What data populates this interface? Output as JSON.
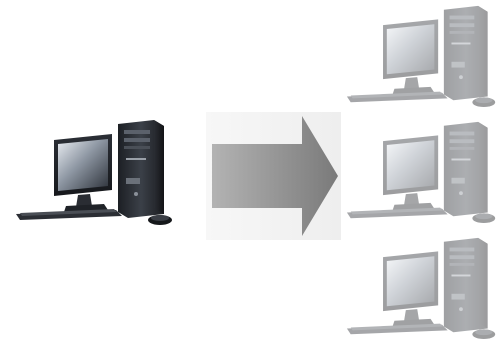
{
  "diagram": {
    "source": {
      "icon": "desktop-computer-icon"
    },
    "arrow": {
      "icon": "right-arrow-icon",
      "color": "#8c8c8c"
    },
    "targets": [
      {
        "icon": "desktop-computer-icon",
        "style": "faded"
      },
      {
        "icon": "desktop-computer-icon",
        "style": "faded"
      },
      {
        "icon": "desktop-computer-icon",
        "style": "faded"
      }
    ]
  }
}
